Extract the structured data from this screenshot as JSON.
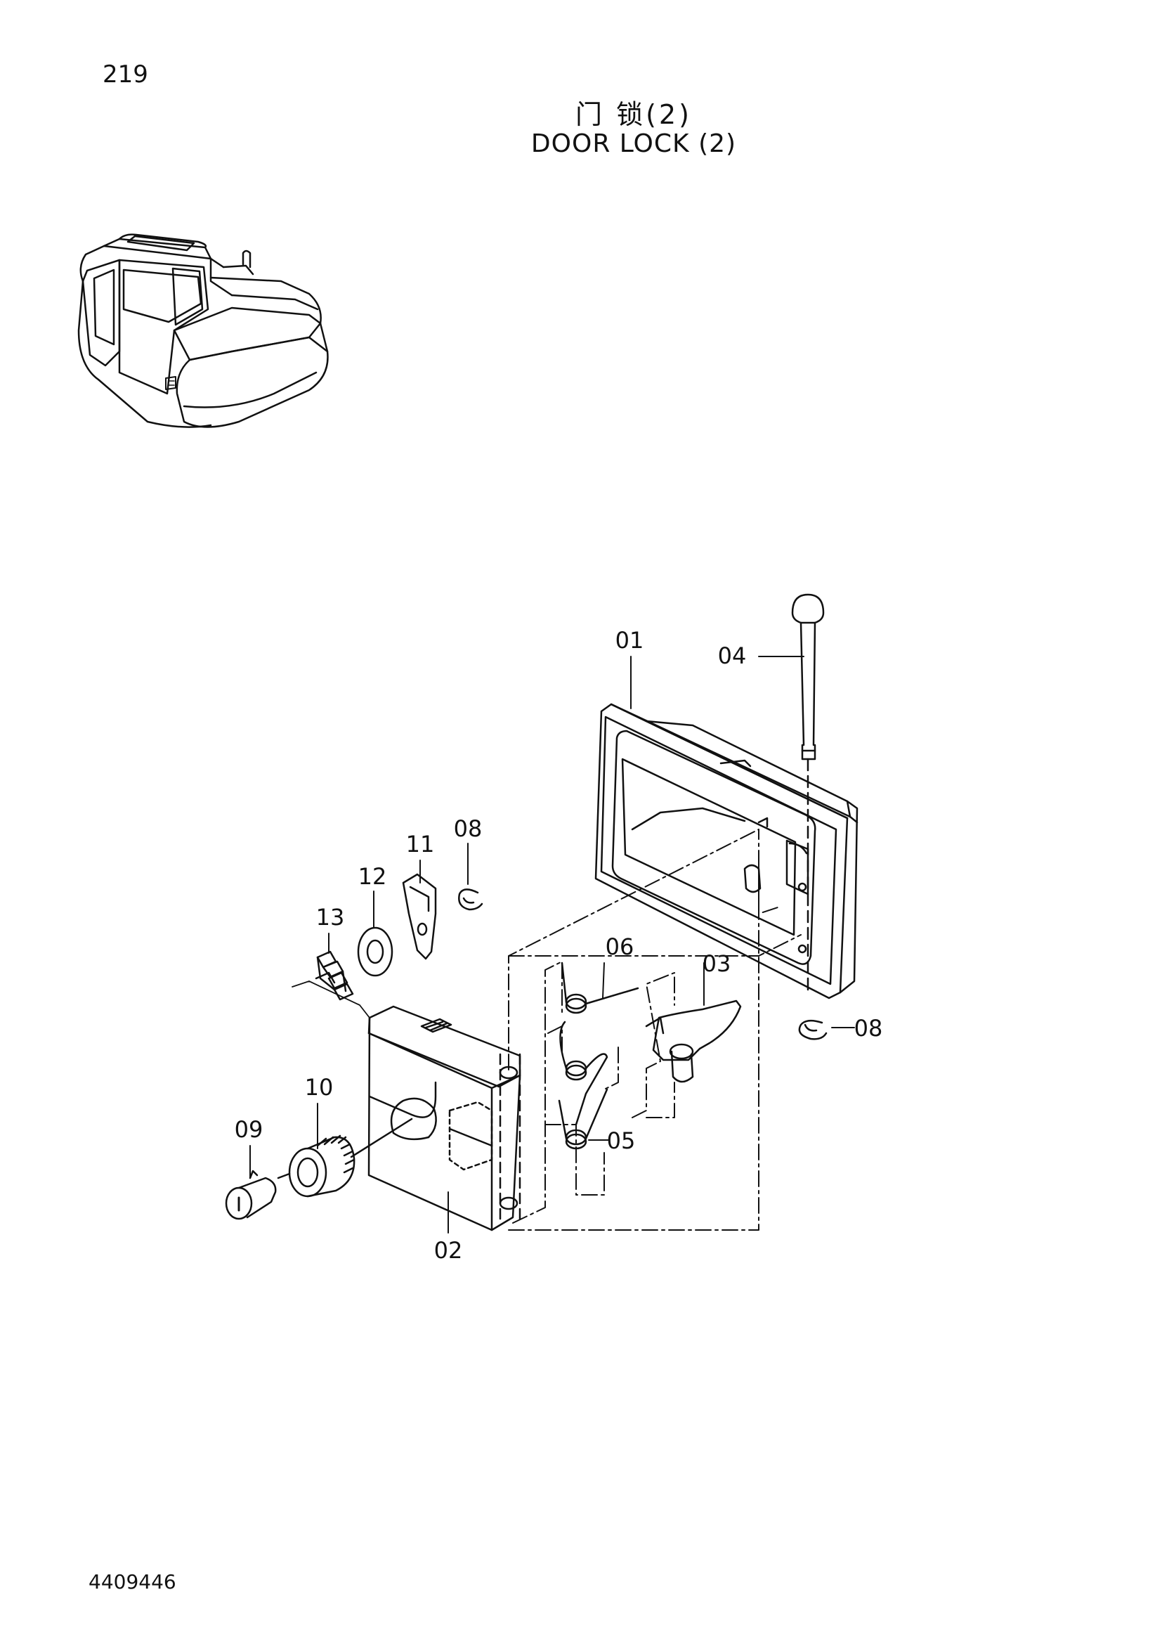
{
  "page_number": "219",
  "title_cn": "门 锁(2)",
  "title_en": "DOOR  LOCK  (2)",
  "drawing_number": "4409446",
  "callouts": {
    "c01": "01",
    "c02": "02",
    "c03": "03",
    "c04": "04",
    "c05": "05",
    "c06": "06",
    "c08a": "08",
    "c08b": "08",
    "c09": "09",
    "c10": "10",
    "c11": "11",
    "c12": "12",
    "c13": "13"
  }
}
